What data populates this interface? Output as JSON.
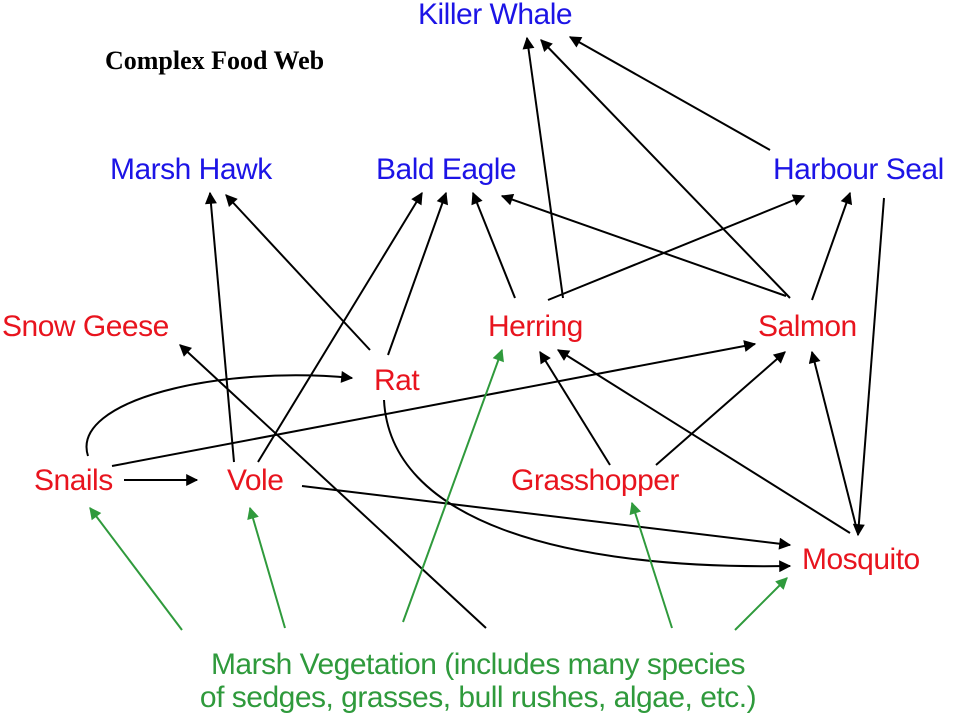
{
  "title": "Complex Food Web",
  "colors": {
    "top_predator": "#1c14e6",
    "consumer": "#e8141e",
    "producer": "#2f9a3c",
    "feeding_arrow": "#000000",
    "producer_arrow": "#2f9a3c"
  },
  "nodes": {
    "killer_whale": "Killer Whale",
    "marsh_hawk": "Marsh Hawk",
    "bald_eagle": "Bald Eagle",
    "harbour_seal": "Harbour Seal",
    "snow_geese": "Snow Geese",
    "herring": "Herring",
    "salmon": "Salmon",
    "rat": "Rat",
    "snails": "Snails",
    "vole": "Vole",
    "grasshopper": "Grasshopper",
    "mosquito": "Mosquito",
    "marsh_vegetation": {
      "line1": "Marsh Vegetation (includes many species",
      "line2": "of sedges, grasses, bull rushes, algae, etc.)"
    }
  },
  "feeding_links": [
    {
      "from": "Herring",
      "to": "Killer Whale"
    },
    {
      "from": "Salmon",
      "to": "Killer Whale"
    },
    {
      "from": "Harbour Seal",
      "to": "Killer Whale"
    },
    {
      "from": "Vole",
      "to": "Marsh Hawk"
    },
    {
      "from": "Rat",
      "to": "Marsh Hawk"
    },
    {
      "from": "Vole",
      "to": "Bald Eagle"
    },
    {
      "from": "Rat",
      "to": "Bald Eagle"
    },
    {
      "from": "Herring",
      "to": "Bald Eagle"
    },
    {
      "from": "Salmon",
      "to": "Bald Eagle"
    },
    {
      "from": "Herring",
      "to": "Harbour Seal"
    },
    {
      "from": "Salmon",
      "to": "Harbour Seal"
    },
    {
      "from": "Harbour Seal",
      "to": "Mosquito"
    },
    {
      "from": "Marsh Vegetation",
      "to": "Snow Geese"
    },
    {
      "from": "Snails",
      "to": "Rat"
    },
    {
      "from": "Snails",
      "to": "Salmon"
    },
    {
      "from": "Snails",
      "to": "Vole"
    },
    {
      "from": "Grasshopper",
      "to": "Herring"
    },
    {
      "from": "Mosquito",
      "to": "Herring"
    },
    {
      "from": "Grasshopper",
      "to": "Salmon"
    },
    {
      "from": "Mosquito",
      "to": "Salmon"
    },
    {
      "from": "Vole",
      "to": "Mosquito"
    },
    {
      "from": "Rat",
      "to": "Mosquito"
    },
    {
      "from": "Marsh Vegetation",
      "to": "Snails"
    },
    {
      "from": "Marsh Vegetation",
      "to": "Vole"
    },
    {
      "from": "Marsh Vegetation",
      "to": "Herring"
    },
    {
      "from": "Marsh Vegetation",
      "to": "Grasshopper"
    },
    {
      "from": "Marsh Vegetation",
      "to": "Mosquito"
    }
  ]
}
